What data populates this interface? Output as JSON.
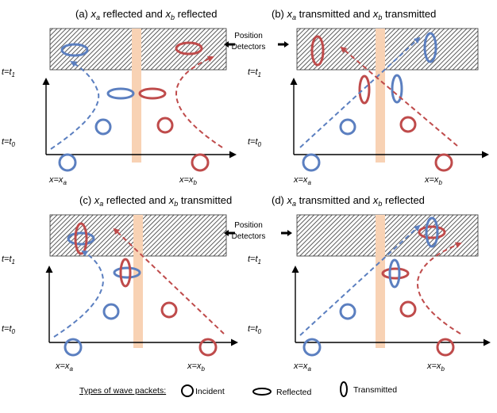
{
  "panels": [
    {
      "id": "a",
      "prefix": "(a) ",
      "a_state": "reflected",
      "join": "and",
      "b_state": "reflected"
    },
    {
      "id": "b",
      "prefix": "(b) ",
      "a_state": "transmitted",
      "join": "and",
      "b_state": "transmitted"
    },
    {
      "id": "c",
      "prefix": "(c) ",
      "a_state": "reflected",
      "join": "and",
      "b_state": "transmitted"
    },
    {
      "id": "d",
      "prefix": "(d) ",
      "a_state": "transmitted",
      "join": "and",
      "b_state": "reflected"
    }
  ],
  "detectors": {
    "line1": "Position",
    "line2": "Detectors"
  },
  "axis": {
    "t1": "t=t",
    "t1_sub": "1",
    "t0": "t=t",
    "t0_sub": "0",
    "xa": "x=x",
    "xa_sub": "a",
    "xb": "x=x",
    "xb_sub": "b"
  },
  "legend": {
    "title": "Types of wave packets:",
    "incident": "Incident",
    "reflected": "Reflected",
    "transmitted": "Transmitted"
  },
  "colors": {
    "blue": "#5b7fc0",
    "red": "#bf4b4b",
    "barrier": "#f8d2b4",
    "hatch": "#333333"
  }
}
